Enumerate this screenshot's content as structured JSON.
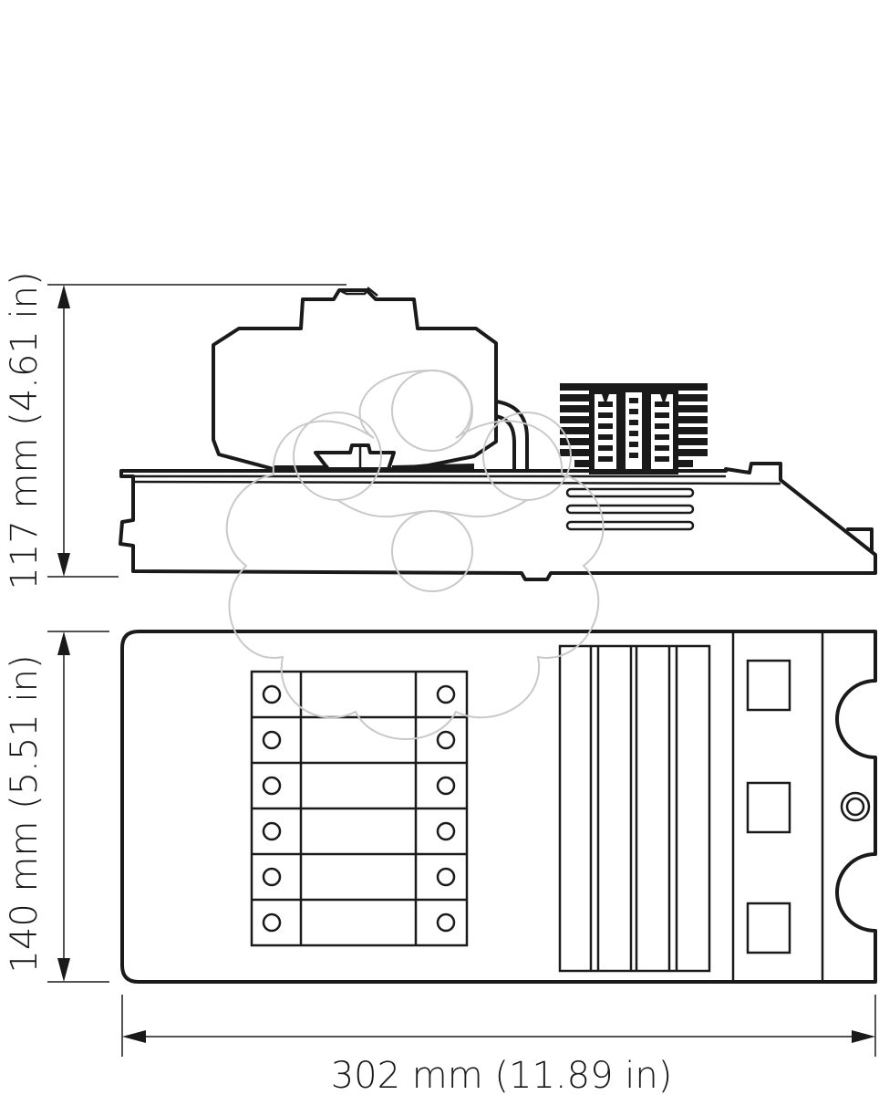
{
  "dimensions": {
    "height_side": "117 mm (4.61 in)",
    "height_top": "140 mm (5.51 in)",
    "width": "302 mm (11.89 in)"
  },
  "colors": {
    "ink": "#1a1a1a",
    "watermark": "#c9c9c9",
    "background": "#ffffff"
  }
}
